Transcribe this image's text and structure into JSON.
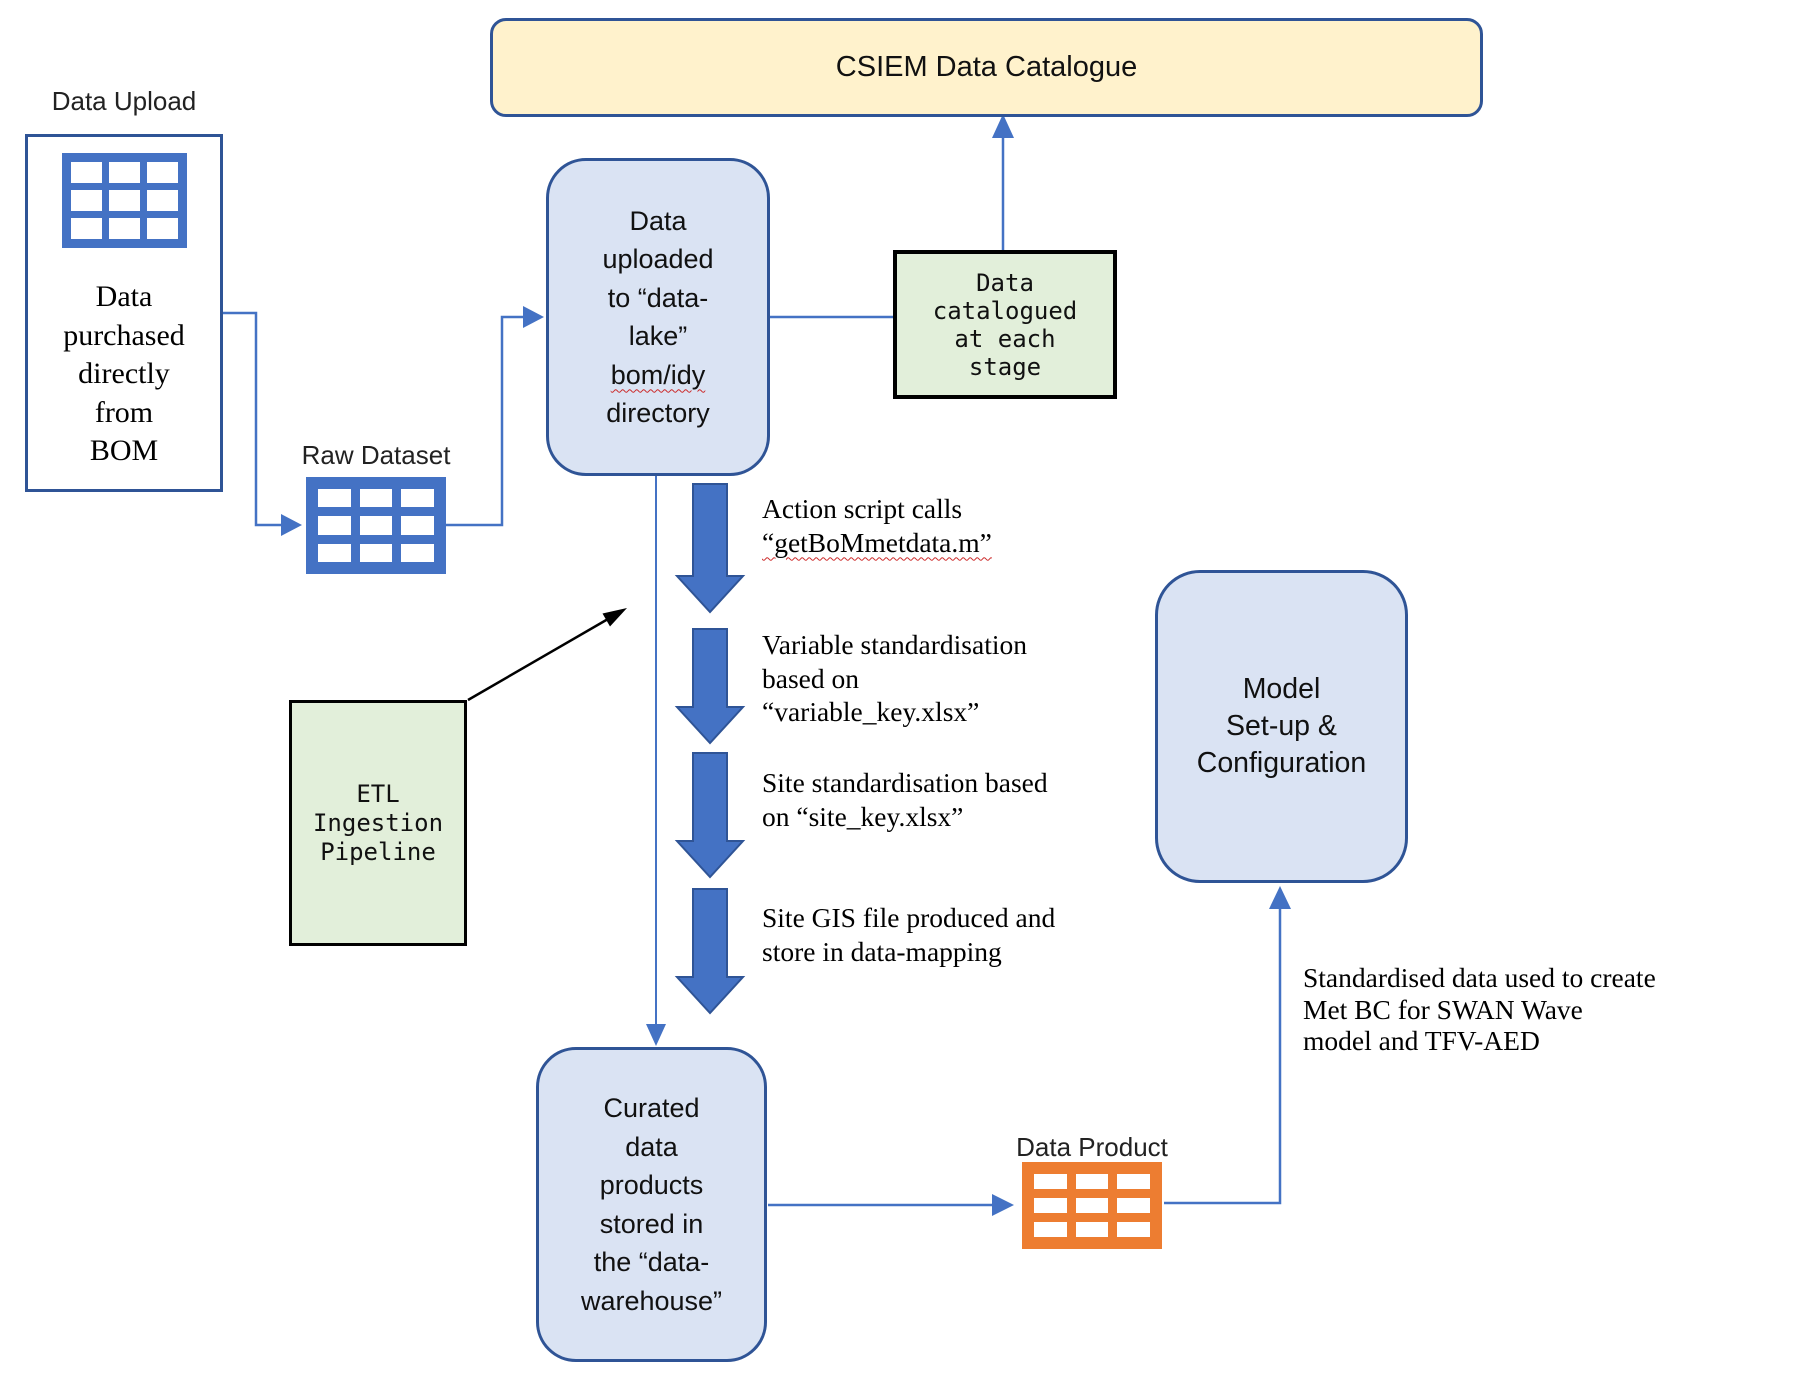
{
  "colors": {
    "accent_blue": "#4472C4",
    "dark_blue_border": "#2F5496",
    "light_blue_fill": "#DAE3F3",
    "cream_fill": "#FFF2CC",
    "green_fill": "#E2EFDA",
    "orange": "#ED7D31",
    "black": "#000000",
    "spellcheck_red": "#CC2A2A"
  },
  "csiem": {
    "label": "CSIEM Data Catalogue"
  },
  "data_upload": {
    "title": "Data Upload",
    "lines": [
      "Data",
      "purchased",
      "directly",
      "from",
      "BOM"
    ]
  },
  "raw_dataset": {
    "label": "Raw Dataset"
  },
  "data_lake": {
    "lines": [
      "Data",
      "uploaded",
      "to “data-",
      "lake”",
      "bom/idy",
      "directory"
    ]
  },
  "catalogued": {
    "lines": [
      "Data",
      "catalogued",
      "at each",
      "stage"
    ]
  },
  "etl": {
    "lines": [
      "ETL",
      "Ingestion",
      "Pipeline"
    ]
  },
  "curated": {
    "lines": [
      "Curated",
      "data",
      "products",
      "stored in",
      "the “data-",
      "warehouse”"
    ]
  },
  "model": {
    "lines": [
      "Model",
      "Set-up &",
      "Configuration"
    ]
  },
  "data_product": {
    "label": "Data Product"
  },
  "steps": [
    {
      "lines": [
        "Action script calls",
        "“getBoMmetdata.m”"
      ]
    },
    {
      "lines": [
        "Variable standardisation",
        "based on",
        "“variable_key.xlsx”"
      ]
    },
    {
      "lines": [
        "Site standardisation based",
        "on “site_key.xlsx”"
      ]
    },
    {
      "lines": [
        "Site GIS file produced and",
        "store in data-mapping"
      ]
    }
  ],
  "note": {
    "lines": [
      "Standardised data used to create",
      "Met BC for SWAN Wave",
      "model and TFV-AED"
    ]
  },
  "icons": {
    "data_upload": "table-grid-icon",
    "raw_dataset": "table-grid-icon",
    "data_product": "table-grid-icon"
  }
}
